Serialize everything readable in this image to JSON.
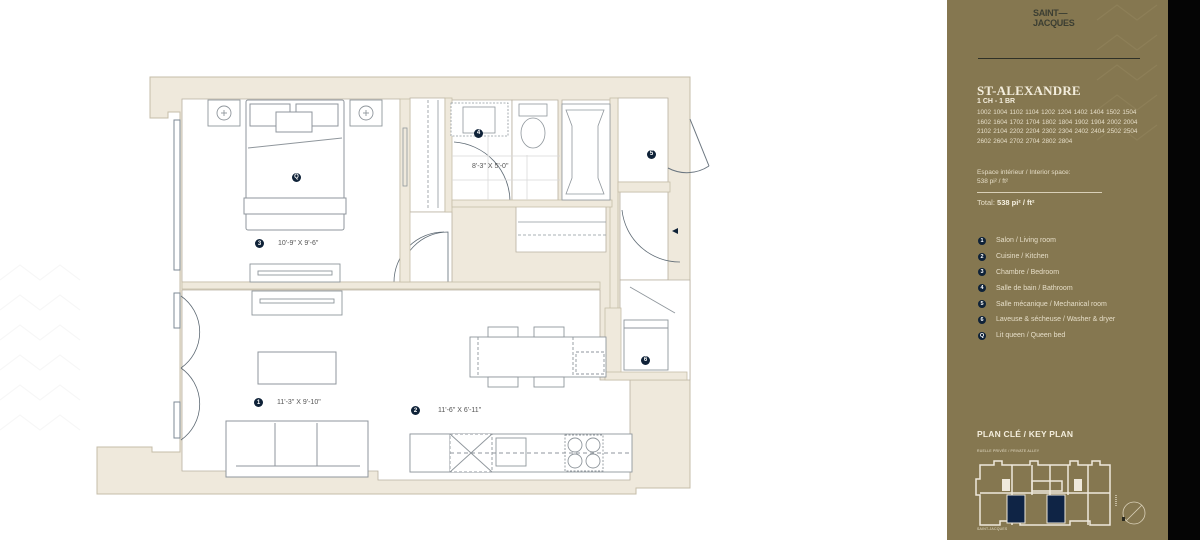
{
  "brand": {
    "logo_line1": "SAINT—",
    "logo_line2": "JACQUES"
  },
  "unit": {
    "name": "ST-ALEXANDRE",
    "type": "1 CH - 1 BR",
    "numbers": "1002 1004 1102 1104 1202 1204 1402 1404 1502 1504 1602 1604 1702 1704 1802 1804 1902 1904 2002 2004 2102 2104 2202 2204 2302 2304 2402 2404 2502 2504 2602 2604 2702 2704 2802 2804",
    "interior_label": "Espace intérieur / Interior space:",
    "interior_value": "538 pi² / ft²",
    "total_label": "Total:",
    "total_value": "538 pi² / ft²"
  },
  "legend": [
    {
      "marker": "1",
      "label": "Salon / Living room"
    },
    {
      "marker": "2",
      "label": "Cuisine / Kitchen"
    },
    {
      "marker": "3",
      "label": "Chambre / Bedroom"
    },
    {
      "marker": "4",
      "label": "Salle de bain / Bathroom"
    },
    {
      "marker": "5",
      "label": "Salle mécanique / Mechanical room"
    },
    {
      "marker": "6",
      "label": "Laveuse & sécheuse / Washer & dryer"
    },
    {
      "marker": "Q",
      "label": "Lit queen / Queen bed"
    }
  ],
  "key_plan": {
    "title": "PLAN CLÉ / KEY PLAN",
    "top_label": "RUELLE PRIVÉE / PRIVATE ALLEY",
    "bottom_label": "SAINT-JACQUES"
  },
  "floorplan": {
    "rooms": [
      {
        "marker": "3",
        "dimensions": "10'-9\" X 9'-6\""
      },
      {
        "marker": "4",
        "dimensions": "8'-3\" X 5'-0\""
      },
      {
        "marker": "1",
        "dimensions": "11'-3\" X 9'-10\""
      },
      {
        "marker": "2",
        "dimensions": "11'-6\" X 6'-11\""
      }
    ],
    "markers": {
      "bed": "Q",
      "bathroom": "4",
      "mechanical": "5",
      "laundry": "6"
    }
  },
  "colors": {
    "panel": "#857750",
    "wall": "#efe9dc",
    "wall_edge": "#c9c0ab",
    "marker": "#0f2238",
    "highlight": "#0f2445"
  }
}
